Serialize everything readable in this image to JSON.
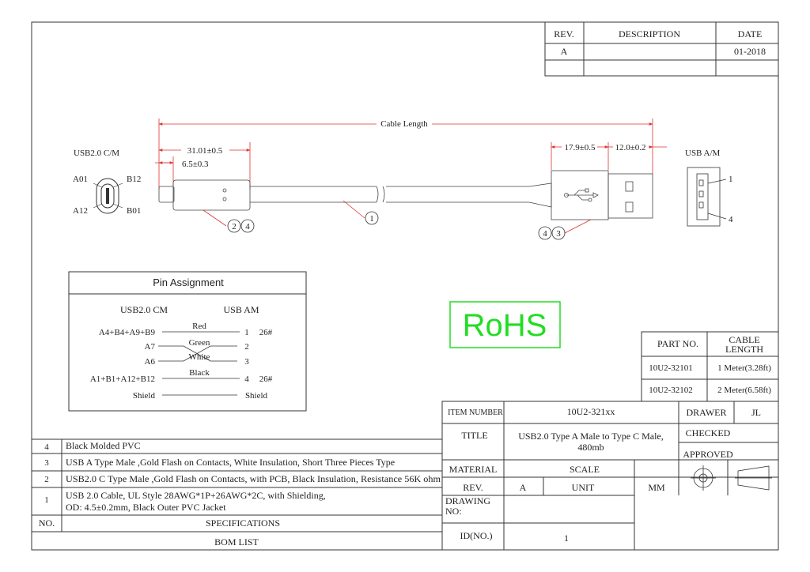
{
  "revision_table": {
    "rev_header": "REV.",
    "description_header": "DESCRIPTION",
    "date_header": "DATE",
    "rev": "A",
    "description": "",
    "date": "01-2018"
  },
  "drawing": {
    "cable_length": "Cable Length",
    "dim_31": "31.01±0.5",
    "dim_6_5": "6.5±0.3",
    "dim_17_9": "17.9±0.5",
    "dim_12": "12.0±0.2",
    "usb_c_label": "USB2.0 C/M",
    "usb_a_label": "USB A/M",
    "pin_a01": "A01",
    "pin_b12": "B12",
    "pin_a12": "A12",
    "pin_b01": "B01",
    "usb_a_pin1": "1",
    "usb_a_pin4": "4",
    "balloon_2": "2",
    "balloon_4": "4",
    "balloon_1": "1",
    "balloon_4b": "4",
    "balloon_3": "3"
  },
  "pin_assignment": {
    "title": "Pin Assignment",
    "col_cm": "USB2.0 CM",
    "col_am": "USB AM",
    "rows": [
      {
        "left": "A4+B4+A9+B9",
        "wire": "Red",
        "pin": "1",
        "awg": "26#"
      },
      {
        "left": "A7",
        "wire": "Green",
        "pin": "2",
        "awg": ""
      },
      {
        "left": "A6",
        "wire": "White",
        "pin": "3",
        "awg": ""
      },
      {
        "left": "A1+B1+A12+B12",
        "wire": "Black",
        "pin": "4",
        "awg": "26#"
      },
      {
        "left": "Shield",
        "wire": "",
        "pin": "Shield",
        "awg": ""
      }
    ]
  },
  "rohs": {
    "text": "RoHS",
    "color": "#22dd22"
  },
  "part_table": {
    "part_no_header": "PART NO.",
    "length_header_1": "CABLE",
    "length_header_2": "LENGTH",
    "rows": [
      {
        "part": "10U2-32101",
        "length": "1 Meter(3.28ft)"
      },
      {
        "part": "10U2-32102",
        "length": "2 Meter(6.58ft)"
      }
    ]
  },
  "title_block": {
    "item_number_label": "ITEM NUMBER",
    "item_number": "10U2-321xx",
    "drawer_label": "DRAWER",
    "drawer": "JL",
    "title_label": "TITLE",
    "title_line1": "USB2.0 Type A Male to Type C Male,",
    "title_line2": "480mb",
    "checked_label": "CHECKED",
    "approved_label": "APPROVED",
    "material_label": "MATERIAL",
    "scale_label": "SCALE",
    "rev_label": "REV.",
    "rev_value": "A",
    "unit_label": "UNIT",
    "unit_value": "MM",
    "drawing_no_line1": "DRAWING",
    "drawing_no_line2": "NO:",
    "id_label": "ID(NO.)",
    "id_value": "1"
  },
  "bom": {
    "no_header": "NO.",
    "spec_header": "SPECIFICATIONS",
    "footer": "BOM LIST",
    "items": [
      {
        "no": "4",
        "spec": "Black Molded PVC"
      },
      {
        "no": "3",
        "spec": "USB A Type Male ,Gold Flash on Contacts, White Insulation, Short Three Pieces Type"
      },
      {
        "no": "2",
        "spec": "USB2.0 C Type Male ,Gold Flash on Contacts, with PCB, Black Insulation, Resistance 56K ohm"
      },
      {
        "no": "1",
        "spec": "USB 2.0 Cable, UL Style 28AWG*1P+26AWG*2C, with Shielding,",
        "spec2": "OD: 4.5±0.2mm, Black Outer PVC Jacket"
      }
    ]
  }
}
